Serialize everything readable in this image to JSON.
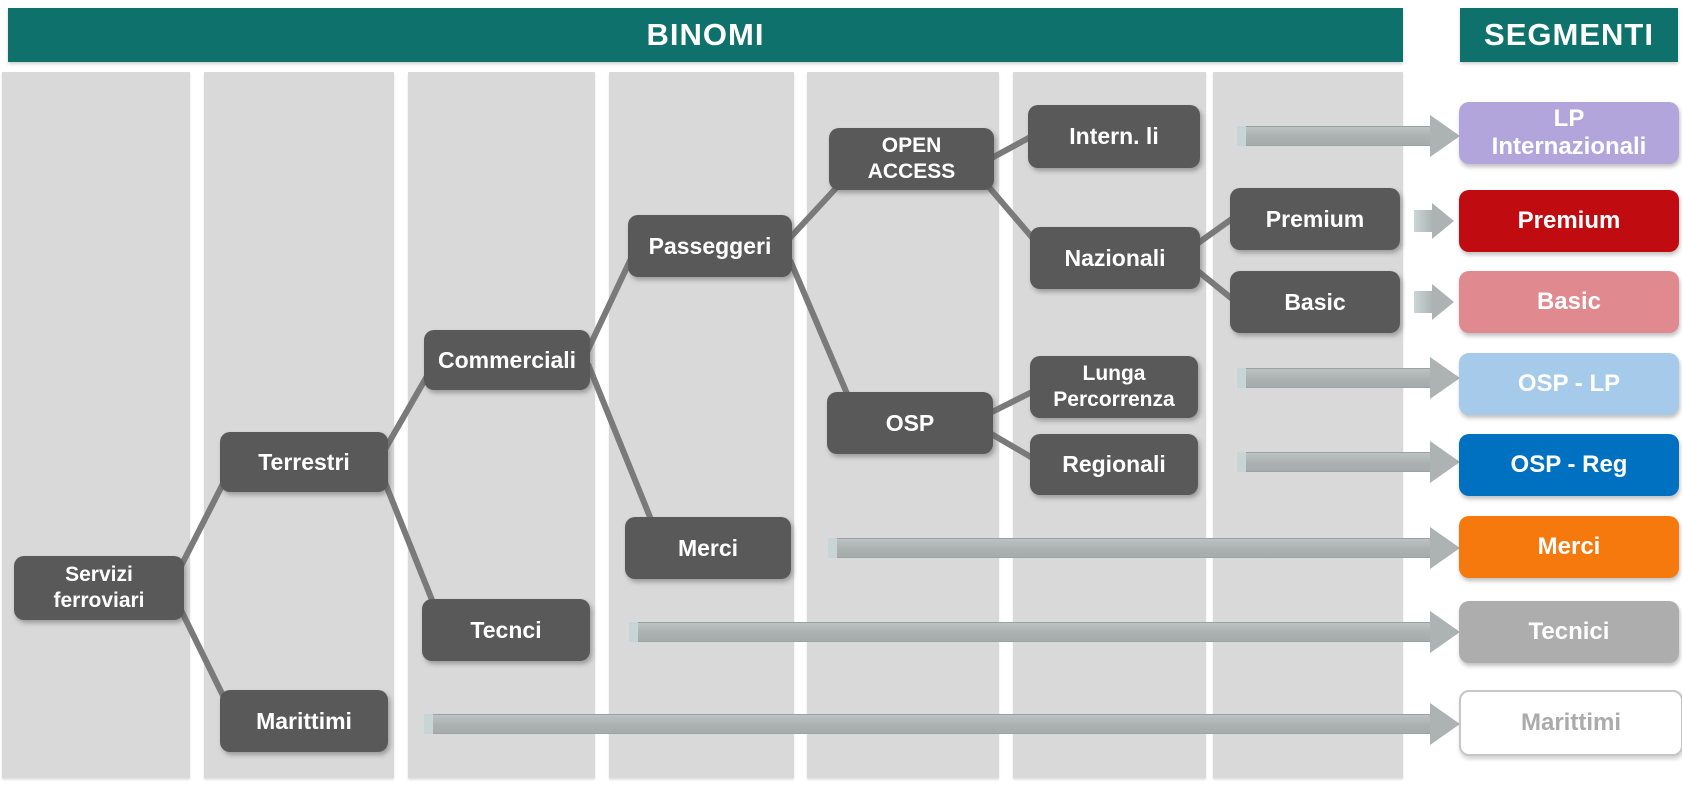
{
  "headers": {
    "binomi": "BINOMI",
    "segmenti": "SEGMENTI"
  },
  "colors": {
    "header_bg": "#0F716C",
    "header_text": "#FFFFFF",
    "column_bg": "#D9D9D9",
    "node_bg": "#595959",
    "node_text": "#FFFFFF",
    "connector": "#7A7A7A",
    "arrow_fill": "#ADB3B2",
    "arrow_cap": "#C7D6D4"
  },
  "tree": {
    "servizi": {
      "label": "Servizi\nferroviari"
    },
    "terrestri": {
      "label": "Terrestri"
    },
    "marittimi": {
      "label": "Marittimi"
    },
    "commerciali": {
      "label": "Commerciali"
    },
    "tecnci": {
      "label": "Tecnci"
    },
    "passeggeri": {
      "label": "Passeggeri"
    },
    "merci": {
      "label": "Merci"
    },
    "open_access": {
      "label": "OPEN\nACCESS"
    },
    "osp": {
      "label": "OSP"
    },
    "intern_li": {
      "label": "Intern. li"
    },
    "nazionali": {
      "label": "Nazionali"
    },
    "lunga_percorrenza": {
      "label": "Lunga\nPercorrenza"
    },
    "regionali": {
      "label": "Regionali"
    },
    "premium": {
      "label": "Premium"
    },
    "basic": {
      "label": "Basic"
    }
  },
  "segments": [
    {
      "id": "lp-internazionali",
      "label": "LP\nInternazionali",
      "color": "#B2A5DC",
      "text_color": "#FFFFFF"
    },
    {
      "id": "premium",
      "label": "Premium",
      "color": "#C00B10",
      "text_color": "#FFFFFF"
    },
    {
      "id": "basic",
      "label": "Basic",
      "color": "#E0898E",
      "text_color": "#FFFFFF"
    },
    {
      "id": "osp-lp",
      "label": "OSP - LP",
      "color": "#A6CAE9",
      "text_color": "#FFFFFF"
    },
    {
      "id": "osp-reg",
      "label": "OSP - Reg",
      "color": "#0070C0",
      "text_color": "#FFFFFF"
    },
    {
      "id": "merci",
      "label": "Merci",
      "color": "#F5790D",
      "text_color": "#FFFFFF"
    },
    {
      "id": "tecnici",
      "label": "Tecnici",
      "color": "#ADADAD",
      "text_color": "#FFFFFF"
    },
    {
      "id": "marittimi",
      "label": "Marittimi",
      "color": "#FFFFFF",
      "text_color": "#ABABAB",
      "border_color": "#C6C6C6"
    }
  ]
}
